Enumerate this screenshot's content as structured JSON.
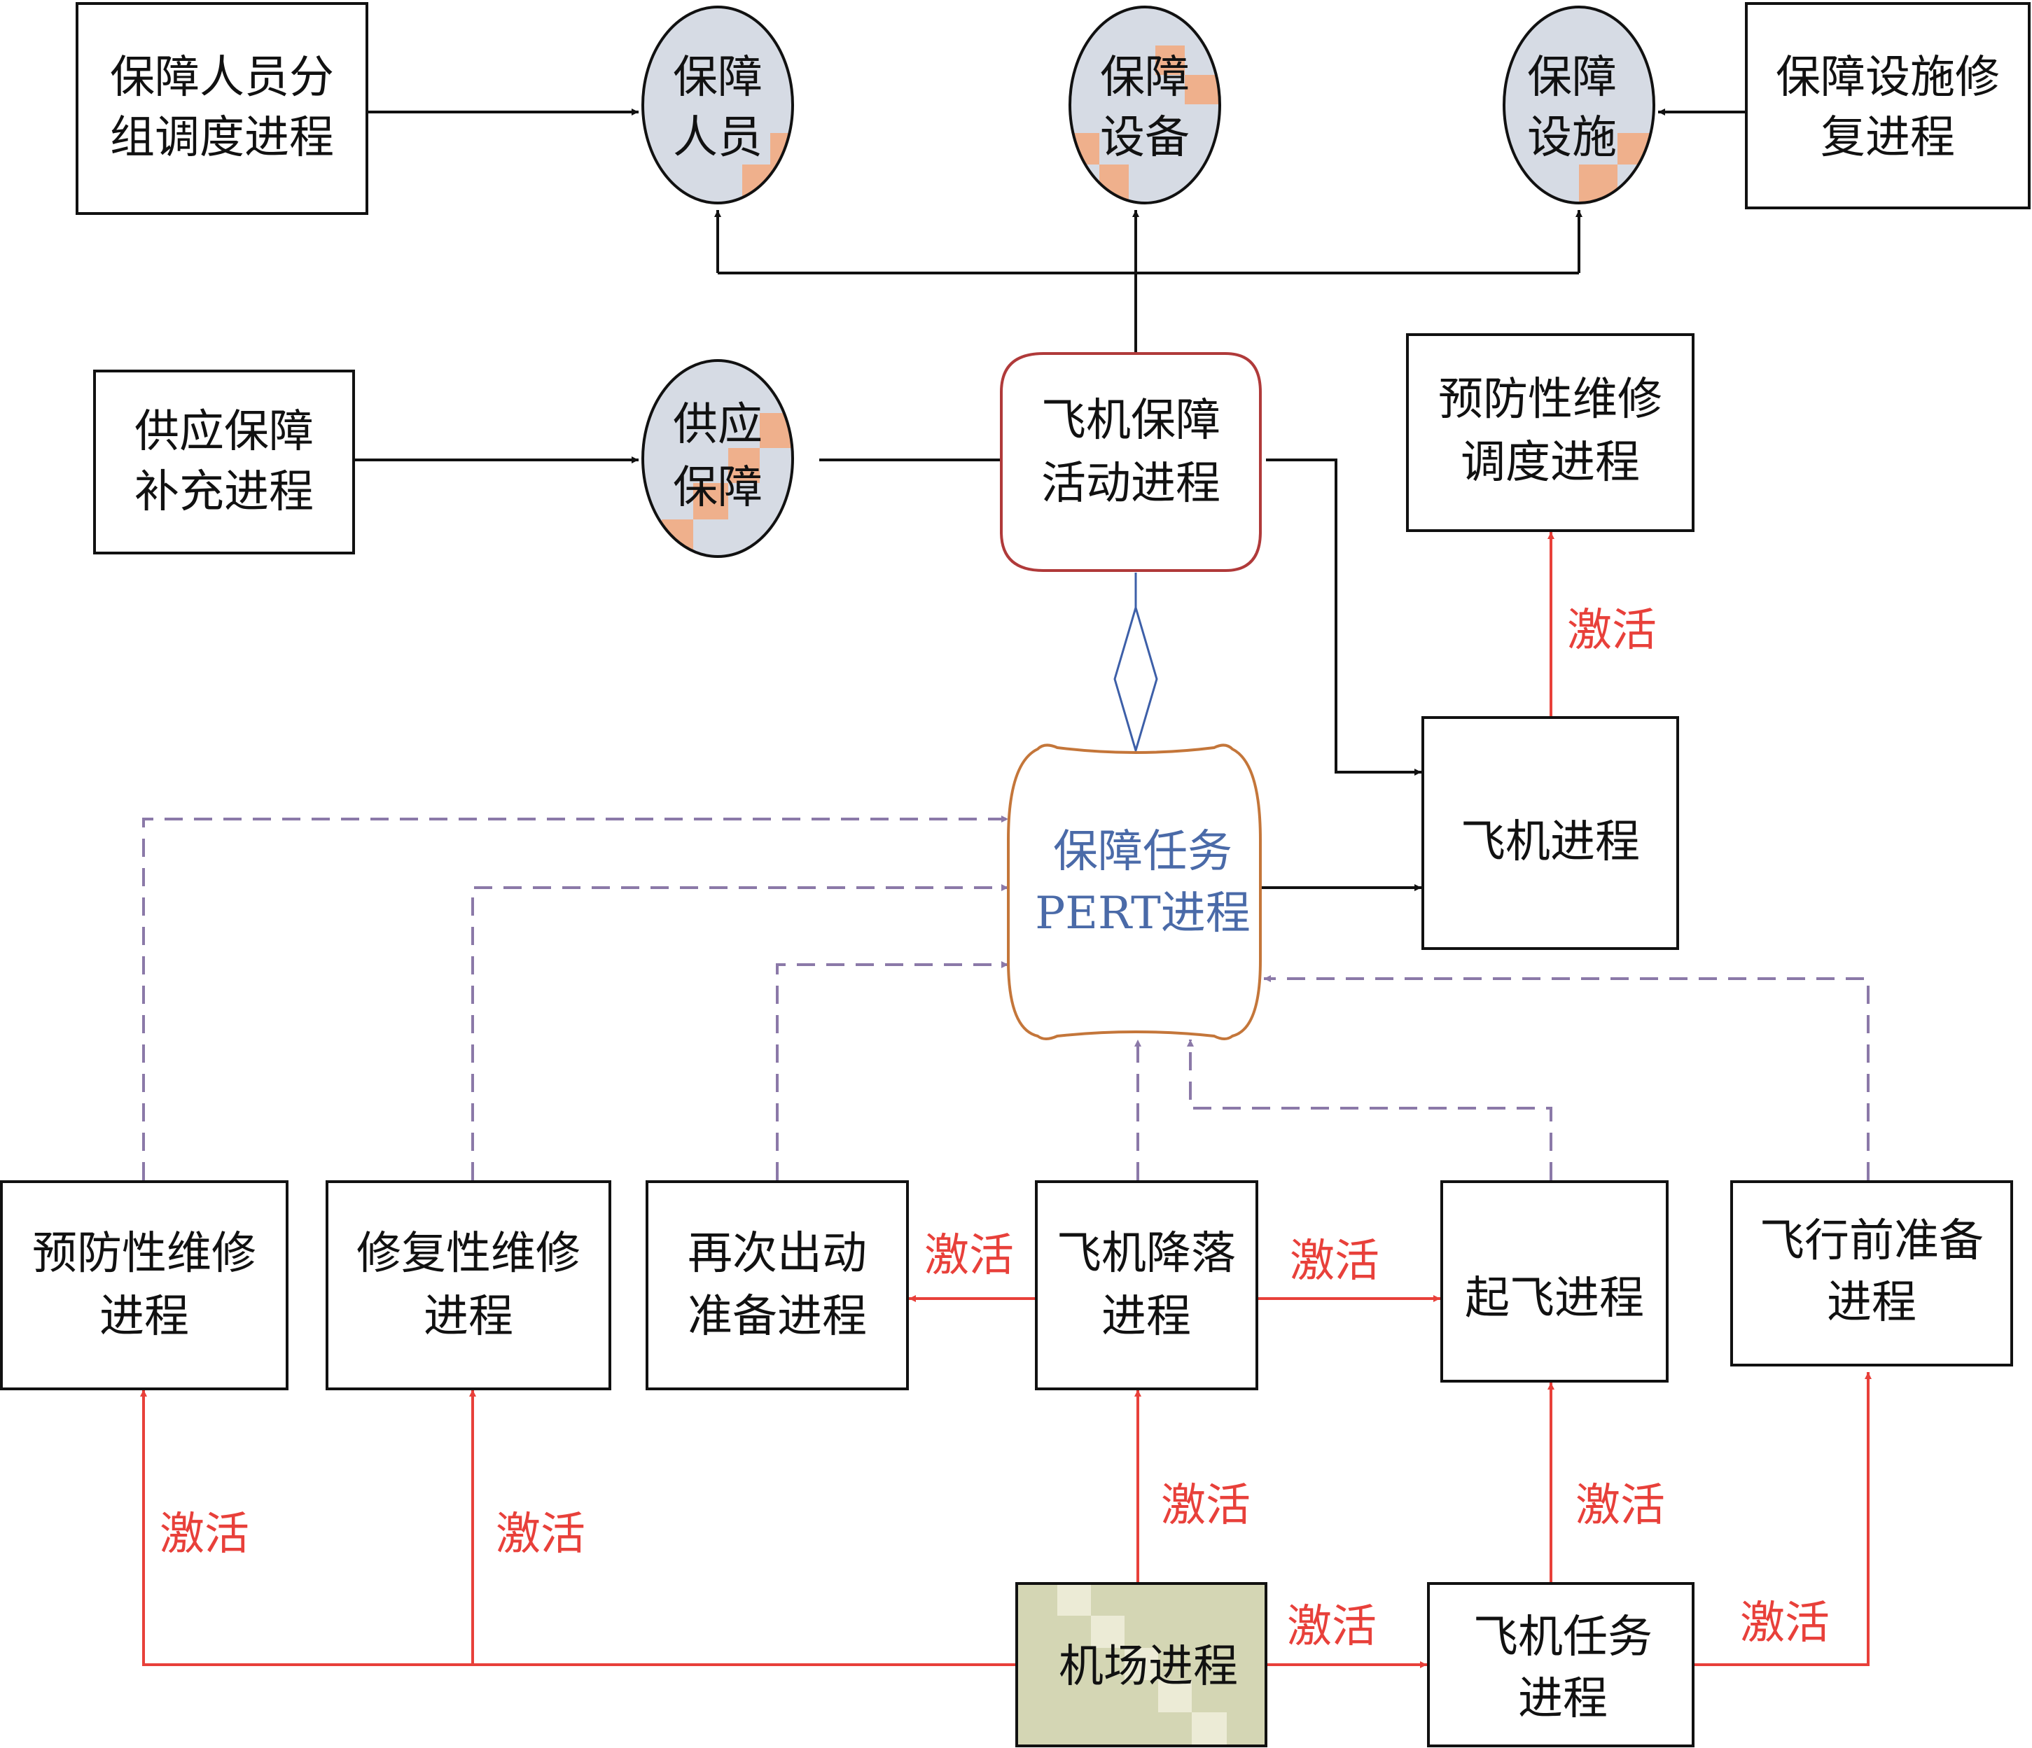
{
  "nodes": {
    "personnel_grouping": [
      "保障人员分",
      "组调度进程"
    ],
    "supply_replenish": [
      "供应保障",
      "补充进程"
    ],
    "facility_repair": [
      "保障设施修",
      "复进程"
    ],
    "personnel_res": [
      "保障",
      "人员"
    ],
    "equipment_res": [
      "保障",
      "设备"
    ],
    "facility_res": [
      "保障",
      "设施"
    ],
    "supply_res": [
      "供应",
      "保障"
    ],
    "support_activity": [
      "飞机保障",
      "活动进程"
    ],
    "preventive_sched": [
      "预防性维修",
      "调度进程"
    ],
    "aircraft": [
      "飞机进程"
    ],
    "pert": [
      "保障任务",
      "PERT进程"
    ],
    "preventive_maint": [
      "预防性维修",
      "进程"
    ],
    "corrective_maint": [
      "修复性维修",
      "进程"
    ],
    "resortie_prep": [
      "再次出动",
      "准备进程"
    ],
    "landing": [
      "飞机降落",
      "进程"
    ],
    "takeoff": [
      "起飞进程"
    ],
    "preflight": [
      "飞行前准备",
      "进程"
    ],
    "airport": [
      "机场进程"
    ],
    "aircraft_mission": [
      "飞机任务",
      "进程"
    ]
  },
  "edge_labels": {
    "activate": "激活"
  },
  "colors": {
    "black": "#111111",
    "red": "#e8403a",
    "purple": "#8b79a8",
    "blue_stroke": "#3d5fa8",
    "activity_border": "#b03a3a",
    "pert_border": "#c4763a",
    "resource_fill": "#d6dbe4",
    "resource_patch": "#efb08c",
    "airport_fill": "#d6d8b8",
    "pert_text": "#4a6aa8"
  }
}
